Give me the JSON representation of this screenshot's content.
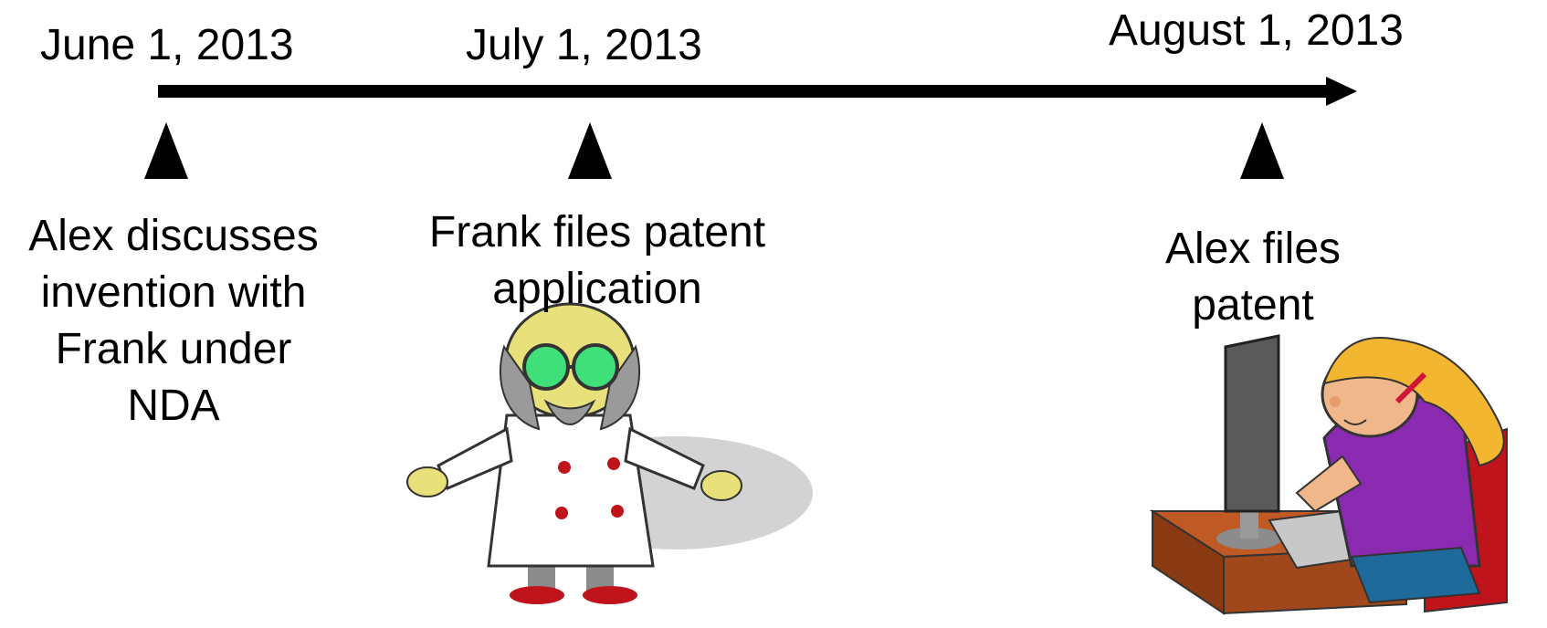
{
  "timeline": {
    "dates": [
      "June 1, 2013",
      "July 1, 2013",
      "August 1, 2013"
    ],
    "events": [
      {
        "lines": [
          "Alex discusses",
          "invention with",
          "Frank under",
          "NDA"
        ]
      },
      {
        "lines": [
          "Frank files patent",
          "application"
        ]
      },
      {
        "lines": [
          "Alex files",
          "patent"
        ]
      }
    ]
  },
  "illustrations": {
    "scientist": {
      "icon": "scientist-icon",
      "coat_color": "#ffffff",
      "goggle_color": "#3fe07a",
      "skin_color": "#e8e07a"
    },
    "computer_user": {
      "icon": "computer-user-icon",
      "shirt_color": "#8a2ab0",
      "hair_color": "#f2b630",
      "desk_color": "#a0481c"
    }
  }
}
